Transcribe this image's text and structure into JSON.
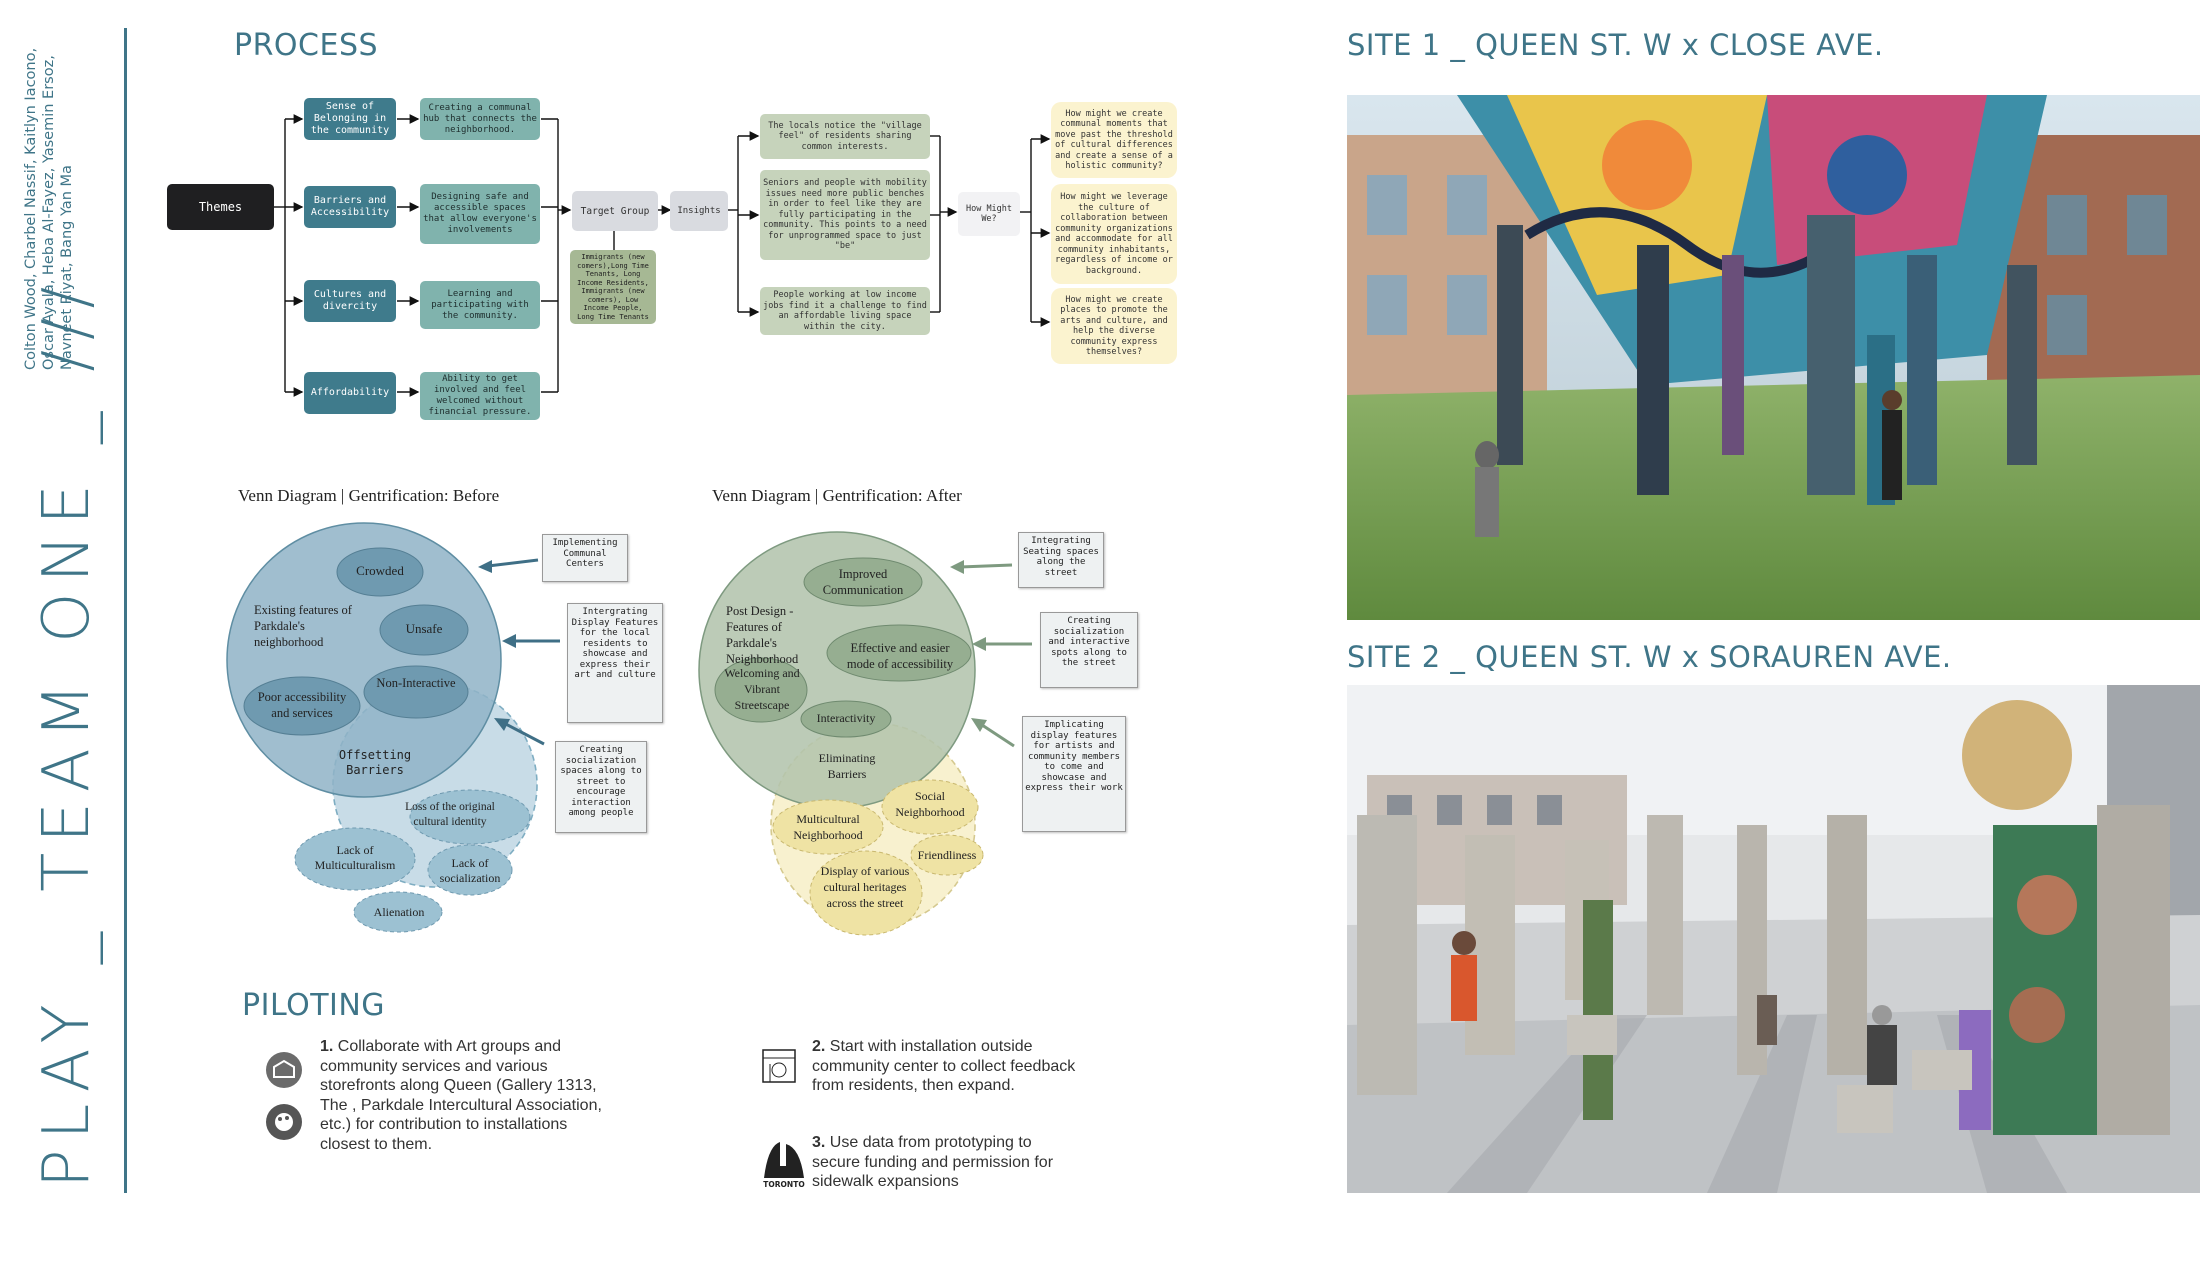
{
  "sidebar": {
    "title": "PLAY _ TEAM ONE _ ///",
    "authors": "Colton Wood, Charbel Nassif, Kaitlyn Iacono, Oscar Ayala, Heba Al-Fayez, Yasemin Ersoz, Navneet Riyat, Bang Yan Ma"
  },
  "process": {
    "heading": "PROCESS",
    "root": "Themes",
    "themes": [
      {
        "label": "Sense of Belonging in the community",
        "detail": "Creating a communal hub that connects the neighborhood."
      },
      {
        "label": "Barriers and Accessibility",
        "detail": "Designing safe and accessible spaces that allow everyone's involvements"
      },
      {
        "label": "Cultures and divercity",
        "detail": "Learning and participating with the community."
      },
      {
        "label": "Affordability",
        "detail": "Ability to get involved and feel welcomed without financial pressure."
      }
    ],
    "target_group": "Target Group",
    "target_detail": "Immigrants (new comers),Long Time Tenants, Long Income Residents, Immigrants (new comers), Low Income People, Long Time Tenants",
    "insights_label": "Insights",
    "insights": [
      "The locals notice the \"village feel\" of residents sharing common interests.",
      "Seniors and people with mobility issues need more public benches in order to feel like they are fully participating in the community. This points to a need for unprogrammed space to just \"be\"",
      "People working at low income jobs find it a challenge to find an affordable living space within the city."
    ],
    "hmw_label": "How Might We?",
    "hmw": [
      "How might we create communal moments that move past the threshold of cultural differences and create a sense of a holistic community?",
      "How might we leverage the culture of collaboration between community organizations and accommodate for all community inhabitants, regardless of income or background.",
      "How might we create places to promote the arts and culture, and help the diverse community express themselves?"
    ]
  },
  "venn_before": {
    "title": "Venn Diagram | Gentrification: Before",
    "circle_label": "Existing features of Parkdale's neighborhood",
    "items": [
      "Crowded",
      "Unsafe",
      "Non-Interactive",
      "Poor accessibility and services"
    ],
    "lower_label": "Offsetting Barriers",
    "lower_items": [
      "Loss of the original cultural identity",
      "Lack of Multiculturalism",
      "Lack of socialization",
      "Alienation"
    ],
    "notes": [
      "Implementing Communal Centers",
      "Intergrating Display Features for the local residents to showcase and express their art and culture",
      "Creating socialization spaces along to street to encourage interaction among people"
    ]
  },
  "venn_after": {
    "title": "Venn Diagram | Gentrification: After",
    "circle_label": "Post Design - Features of Parkdale's Neighborhood",
    "items": [
      "Improved Communication",
      "Effective and easier mode of accessibility",
      "Welcoming and Vibrant Streetscape",
      "Interactivity"
    ],
    "lower_label": "Eliminating Barriers",
    "lower_items": [
      "Social Neighborhood",
      "Multicultural Neighborhood",
      "Friendliness",
      "Display of various cultural heritages across the street"
    ],
    "notes": [
      "Integrating Seating spaces along the street",
      "Creating socialization and interactive spots along to the street",
      "Implicating display features for artists and community members to come and showcase and express their work"
    ]
  },
  "piloting": {
    "heading": "PILOTING",
    "steps": [
      {
        "num": "1.",
        "text": " Collaborate with Art groups and community services and various storefronts along Queen (Gallery 1313, The , Parkdale Intercultural Association, etc.) for contribution to installations closest to them."
      },
      {
        "num": "2.",
        "text": " Start with installation outside community center to collect feedback from residents, then expand."
      },
      {
        "num": "3.",
        "text": " Use data from prototyping to secure funding and permission for sidewalk expansions"
      }
    ],
    "logo_text": "TORONTO"
  },
  "sites": [
    {
      "title": "SITE 1 _ QUEEN ST. W x CLOSE AVE."
    },
    {
      "title": "SITE 2 _ QUEEN ST. W x SORAUREN AVE."
    }
  ],
  "colors": {
    "accent": "#3f7588",
    "theme_box": "#3f7b8c",
    "teal_box": "#80b3ad",
    "insight_box": "#c6d3bb",
    "hmw_box": "#fbf3cf"
  }
}
